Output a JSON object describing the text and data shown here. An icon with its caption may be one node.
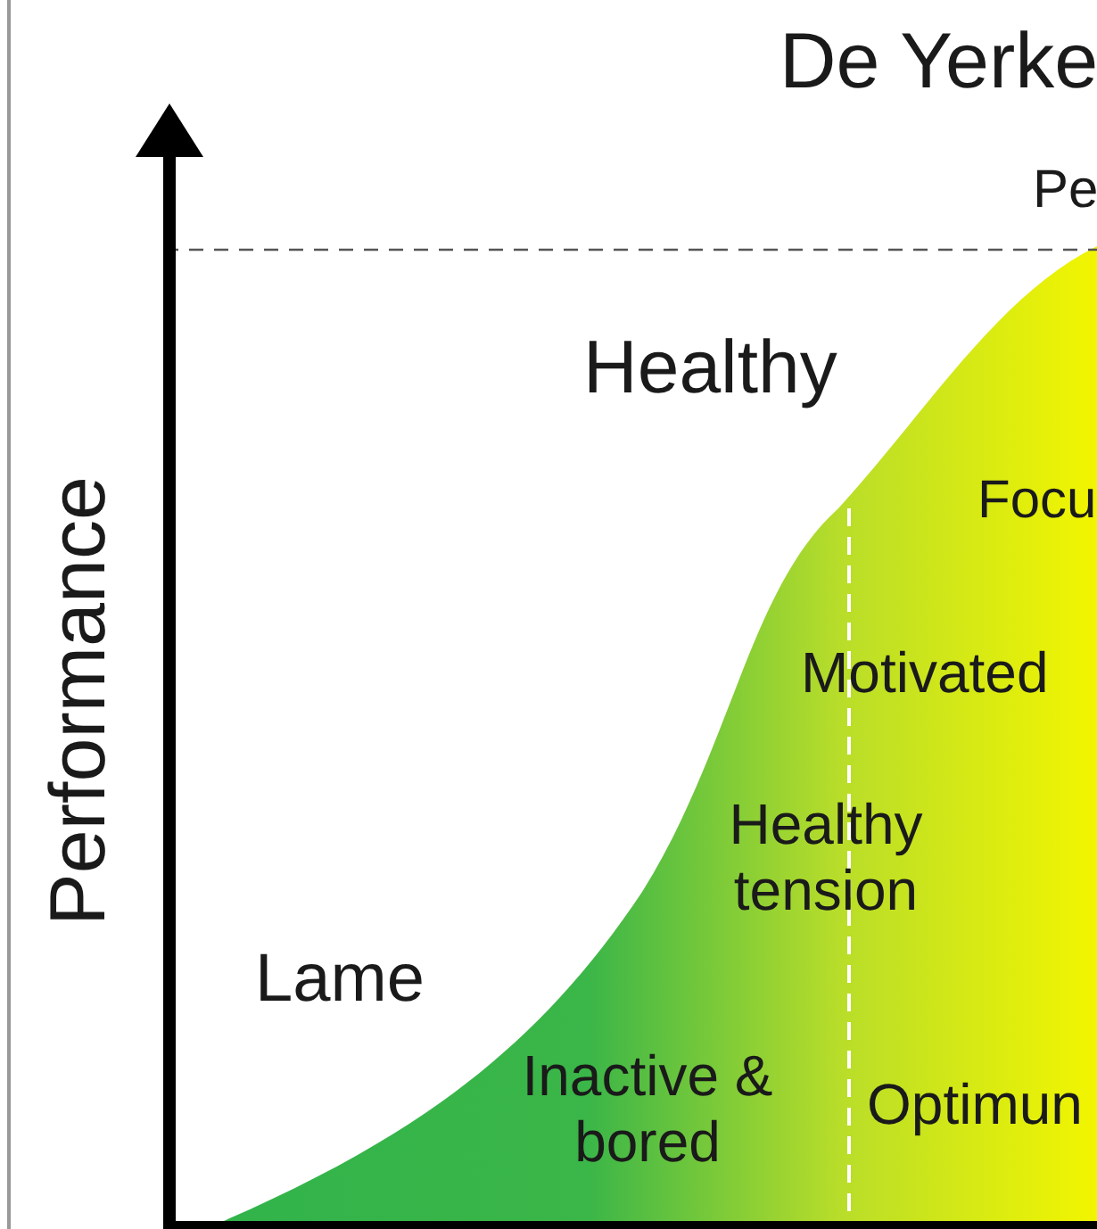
{
  "diagram": {
    "title": "De Yerke",
    "labels": [
      "Pe",
      "Healthy",
      "Focu",
      "Motivated",
      "Healthy tension",
      "Lame",
      "Inactive & bored",
      "Optimun",
      "Performance"
    ]
  }
}
